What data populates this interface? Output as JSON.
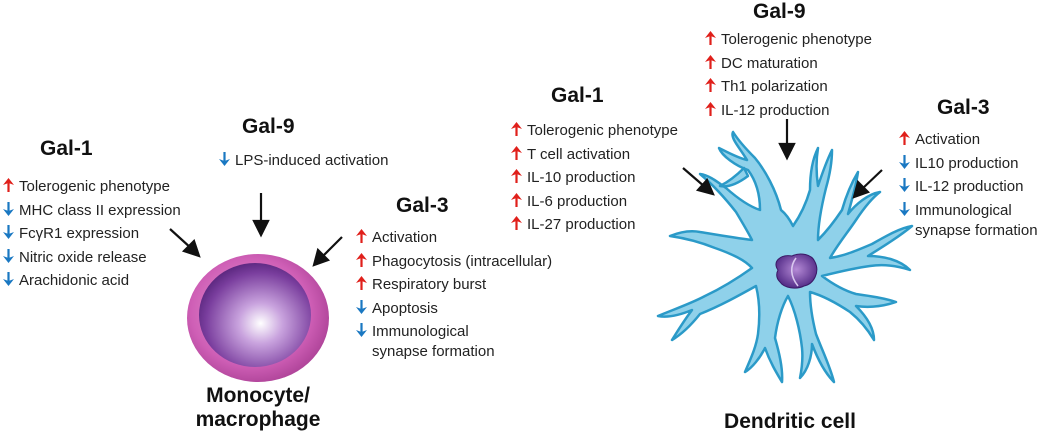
{
  "colors": {
    "up": "#e0201b",
    "down": "#1a78c2"
  },
  "icons": {
    "up": "red-up-arrow-icon",
    "down": "blue-down-arrow-icon"
  },
  "monocyte": {
    "label_line1": "Monocyte/",
    "label_line2": "macrophage",
    "gal1": {
      "title": "Gal-1",
      "items": [
        {
          "dir": "up",
          "text": "Tolerogenic phenotype"
        },
        {
          "dir": "down",
          "text": "MHC class II expression"
        },
        {
          "dir": "down",
          "text": "FcγR1 expression"
        },
        {
          "dir": "down",
          "text": "Nitric oxide release"
        },
        {
          "dir": "down",
          "text": "Arachidonic acid"
        }
      ]
    },
    "gal9": {
      "title": "Gal-9",
      "items": [
        {
          "dir": "down",
          "text": "LPS-induced activation"
        }
      ]
    },
    "gal3": {
      "title": "Gal-3",
      "items": [
        {
          "dir": "up",
          "text": "Activation"
        },
        {
          "dir": "up",
          "text": "Phagocytosis (intracellular)"
        },
        {
          "dir": "up",
          "text": "Respiratory burst"
        },
        {
          "dir": "down",
          "text": "Apoptosis"
        },
        {
          "dir": "down",
          "text": "Immunological\nsynapse formation"
        }
      ]
    }
  },
  "dendritic": {
    "label": "Dendritic cell",
    "gal1": {
      "title": "Gal-1",
      "items": [
        {
          "dir": "up",
          "text": "Tolerogenic phenotype"
        },
        {
          "dir": "up",
          "text": "T cell activation"
        },
        {
          "dir": "up",
          "text": "IL-10 production"
        },
        {
          "dir": "up",
          "text": "IL-6 production"
        },
        {
          "dir": "up",
          "text": "IL-27 production"
        }
      ]
    },
    "gal9": {
      "title": "Gal-9",
      "items": [
        {
          "dir": "up",
          "text": "Tolerogenic phenotype"
        },
        {
          "dir": "up",
          "text": "DC maturation"
        },
        {
          "dir": "up",
          "text": "Th1 polarization"
        },
        {
          "dir": "up",
          "text": "IL-12 production"
        }
      ]
    },
    "gal3": {
      "title": "Gal-3",
      "items": [
        {
          "dir": "up",
          "text": "Activation"
        },
        {
          "dir": "down",
          "text": "IL10 production"
        },
        {
          "dir": "down",
          "text": "IL-12 production"
        },
        {
          "dir": "down",
          "text": "Immunological\nsynapse formation"
        }
      ]
    }
  }
}
